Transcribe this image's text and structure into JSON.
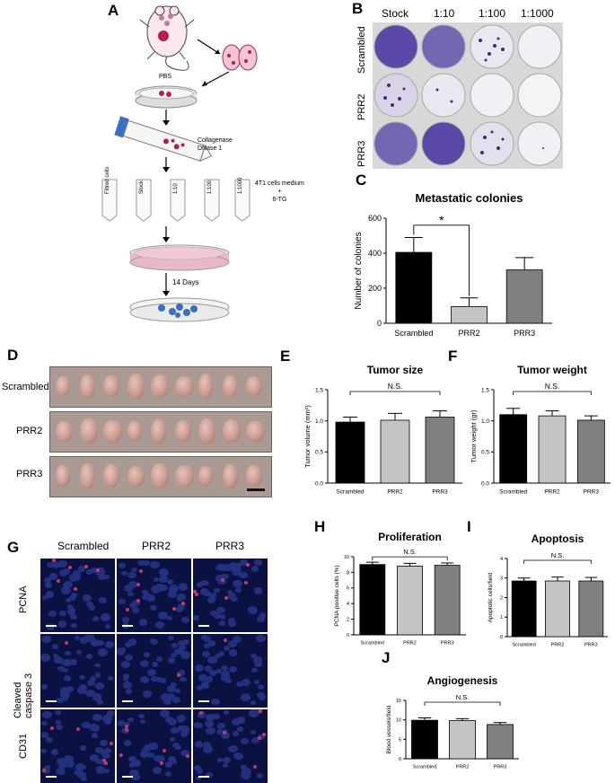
{
  "panels": {
    "A": {
      "letter": "A",
      "labels": {
        "pbs": "PBS",
        "enzymes_line1": "Collagenase",
        "enzymes_line2": "DNase 1",
        "medium_line1": "4T1 cells medium",
        "medium_line2": "+",
        "medium_line3": "6-TG",
        "days": "14 Days"
      },
      "tubes": [
        "Filtred cells",
        "Stock",
        "1:10",
        "1:100",
        "1:1000"
      ]
    },
    "B": {
      "letter": "B",
      "columns": [
        "Stock",
        "1:10",
        "1:100",
        "1:1000"
      ],
      "rows": [
        "Scrambled",
        "PRR2",
        "PRR3"
      ]
    },
    "D": {
      "letter": "D",
      "rows": [
        "Scrambled",
        "PRR2",
        "PRR3"
      ]
    },
    "G": {
      "letter": "G",
      "columns": [
        "Scrambled",
        "PRR2",
        "PRR3"
      ],
      "rows": [
        "PCNA",
        "Cleaved",
        "caspase 3",
        "CD31"
      ]
    }
  },
  "colors": {
    "scrambled": "#000000",
    "prr2": "#c4c4c4",
    "prr3": "#7f7f7f"
  },
  "chart_data": [
    {
      "id": "C",
      "type": "bar",
      "letter": "C",
      "title": "Metastatic colonies",
      "ylabel": "Number of colonies",
      "categories": [
        "Scrambled",
        "PRR2",
        "PRR3"
      ],
      "values": [
        405,
        95,
        305
      ],
      "errors": [
        85,
        50,
        70
      ],
      "ylim": [
        0,
        600
      ],
      "yticks": [
        0,
        200,
        400,
        600
      ],
      "annotation": "*"
    },
    {
      "id": "E",
      "type": "bar",
      "letter": "E",
      "title": "Tumor size",
      "ylabel": "Tumor volume (mm³)",
      "categories": [
        "Scrambled",
        "PRR2",
        "PRR3"
      ],
      "values": [
        0.98,
        1.01,
        1.06
      ],
      "errors": [
        0.08,
        0.11,
        0.1
      ],
      "ylim": [
        0,
        1.5
      ],
      "yticks": [
        0.0,
        0.5,
        1.0,
        1.5
      ],
      "annotation": "N.S."
    },
    {
      "id": "F",
      "type": "bar",
      "letter": "F",
      "title": "Tumor weight",
      "ylabel": "Tumor weight (gr)",
      "categories": [
        "Scrambled",
        "PRR2",
        "PRR3"
      ],
      "values": [
        1.1,
        1.08,
        1.01
      ],
      "errors": [
        0.1,
        0.08,
        0.07
      ],
      "ylim": [
        0,
        1.5
      ],
      "yticks": [
        0.0,
        0.5,
        1.0,
        1.5
      ],
      "annotation": "N.S."
    },
    {
      "id": "H",
      "type": "bar",
      "letter": "H",
      "title": "Proliferation",
      "ylabel": "PCNA positive cells (%)",
      "categories": [
        "Scrambled",
        "PRR2",
        "PRR3"
      ],
      "values": [
        9.0,
        8.8,
        8.9
      ],
      "errors": [
        0.3,
        0.35,
        0.3
      ],
      "ylim": [
        0,
        10
      ],
      "yticks": [
        0,
        2,
        4,
        6,
        8,
        10
      ],
      "annotation": "N.S."
    },
    {
      "id": "I",
      "type": "bar",
      "letter": "I",
      "title": "Apoptosis",
      "ylabel": "Apoptotic cells/field",
      "categories": [
        "Scrambled",
        "PRR2",
        "PRR3"
      ],
      "values": [
        2.85,
        2.85,
        2.85
      ],
      "errors": [
        0.15,
        0.2,
        0.18
      ],
      "ylim": [
        0,
        4
      ],
      "yticks": [
        0,
        1,
        2,
        3,
        4
      ],
      "annotation": "N.S."
    },
    {
      "id": "J",
      "type": "bar",
      "letter": "J",
      "title": "Angiogenesis",
      "ylabel": "Blood vessels/field",
      "categories": [
        "Scrambled",
        "PRR2",
        "PRR3"
      ],
      "values": [
        9.9,
        9.8,
        8.8
      ],
      "errors": [
        0.6,
        0.5,
        0.5
      ],
      "ylim": [
        0,
        15
      ],
      "yticks": [
        0,
        5,
        10,
        15
      ],
      "annotation": "N.S."
    }
  ]
}
